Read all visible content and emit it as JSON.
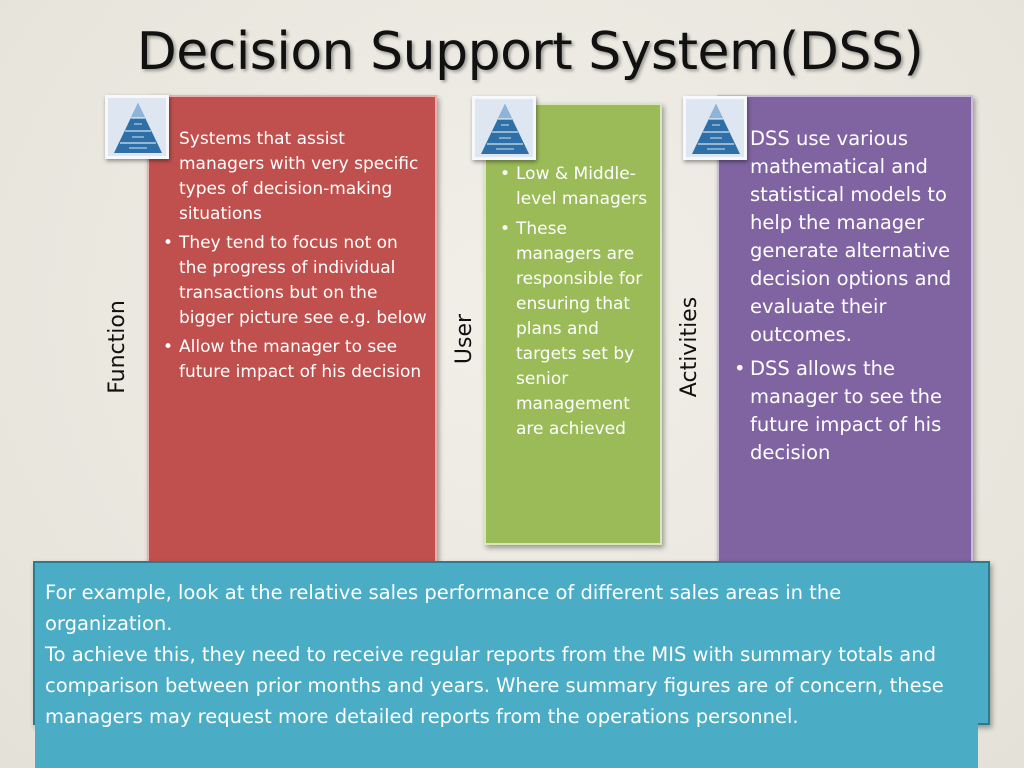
{
  "title": "Decision Support System(DSS)",
  "columns": [
    {
      "label": "Function",
      "color": "#c0504d",
      "intro": "Systems that assist managers with very specific types of decision-making situations",
      "bullets": [
        "They tend to focus not on the progress of individual transactions but on the bigger picture see e.g. below",
        "Allow the manager to see future impact of his decision"
      ]
    },
    {
      "label": "User",
      "color": "#9bbb59",
      "bullets": [
        "Low & Middle-level managers",
        "These managers are responsible for ensuring that plans and targets set by senior management are achieved"
      ]
    },
    {
      "label": "Activities",
      "color": "#8064a2",
      "intro": "DSS use various mathematical and statistical models to help the manager generate alternative decision options and evaluate their outcomes.",
      "bullets": [
        "DSS allows the manager to see the future impact of his decision"
      ]
    }
  ],
  "note": {
    "color": "#4bacc6",
    "paragraphs": [
      "For example, look at the relative sales performance of different sales areas in the organization.",
      "To achieve this, they need to receive regular reports from the MIS with summary totals and comparison between prior months and years. Where summary figures are of concern, these managers may request more detailed reports from the operations personnel."
    ]
  },
  "icons": [
    "pyramid-thumbnail-icon"
  ]
}
